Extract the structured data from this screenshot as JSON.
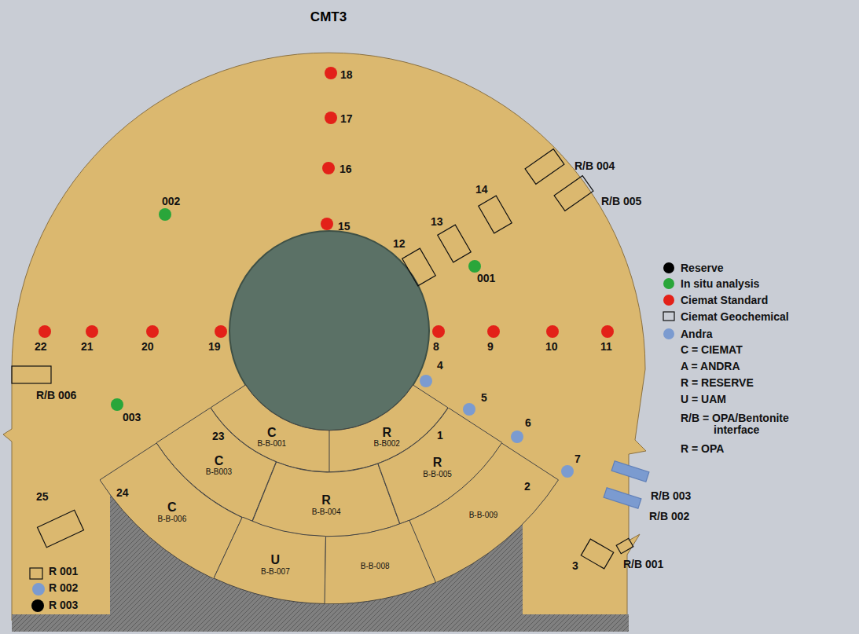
{
  "diagram": {
    "title": "CMT3",
    "nodes": [
      {
        "text": [
          "C",
          "B-B-001"
        ]
      },
      {
        "text": [
          "R",
          "B-B002"
        ]
      },
      {
        "text": [
          "C",
          "B-B003"
        ]
      },
      {
        "text": [
          "R",
          "B-B-004"
        ]
      },
      {
        "text": [
          "R",
          "B-B-005"
        ]
      },
      {
        "text": [
          "C",
          "B-B-006"
        ]
      },
      {
        "text": [
          "U",
          "B-B-007"
        ]
      },
      {
        "text": [
          "B-B-008"
        ]
      },
      {
        "text": [
          "B-B-009"
        ]
      }
    ],
    "labels": [
      "15",
      "16",
      "17",
      "18",
      "19",
      "20",
      "21",
      "22",
      "8",
      "9",
      "10",
      "11",
      "002",
      "001",
      "003",
      "4",
      "5",
      "6",
      "7",
      "1",
      "2",
      "3",
      "12",
      "13",
      "14",
      "23",
      "24",
      "25",
      "R/B 001",
      "R/B 002",
      "R/B 003",
      "R/B 004",
      "R/B 005",
      "R/B 006",
      "R 001",
      "R 002",
      "R 003",
      "C = CIEMAT",
      "A = ANDRA",
      "R = RESERVE",
      "U = UAM",
      "R/B = OPA/Bentonite interface",
      "R = OPA"
    ],
    "legend": [
      {
        "text": "Reserve",
        "color": "#000000"
      },
      {
        "text": "In situ analysis",
        "color": "#2aa63a"
      },
      {
        "text": "Ciemat Standard",
        "color": "#e32119"
      },
      {
        "text": "Ciemat Geochemical"
      },
      {
        "text": "Andra",
        "color": "#7b9bd0"
      }
    ]
  }
}
